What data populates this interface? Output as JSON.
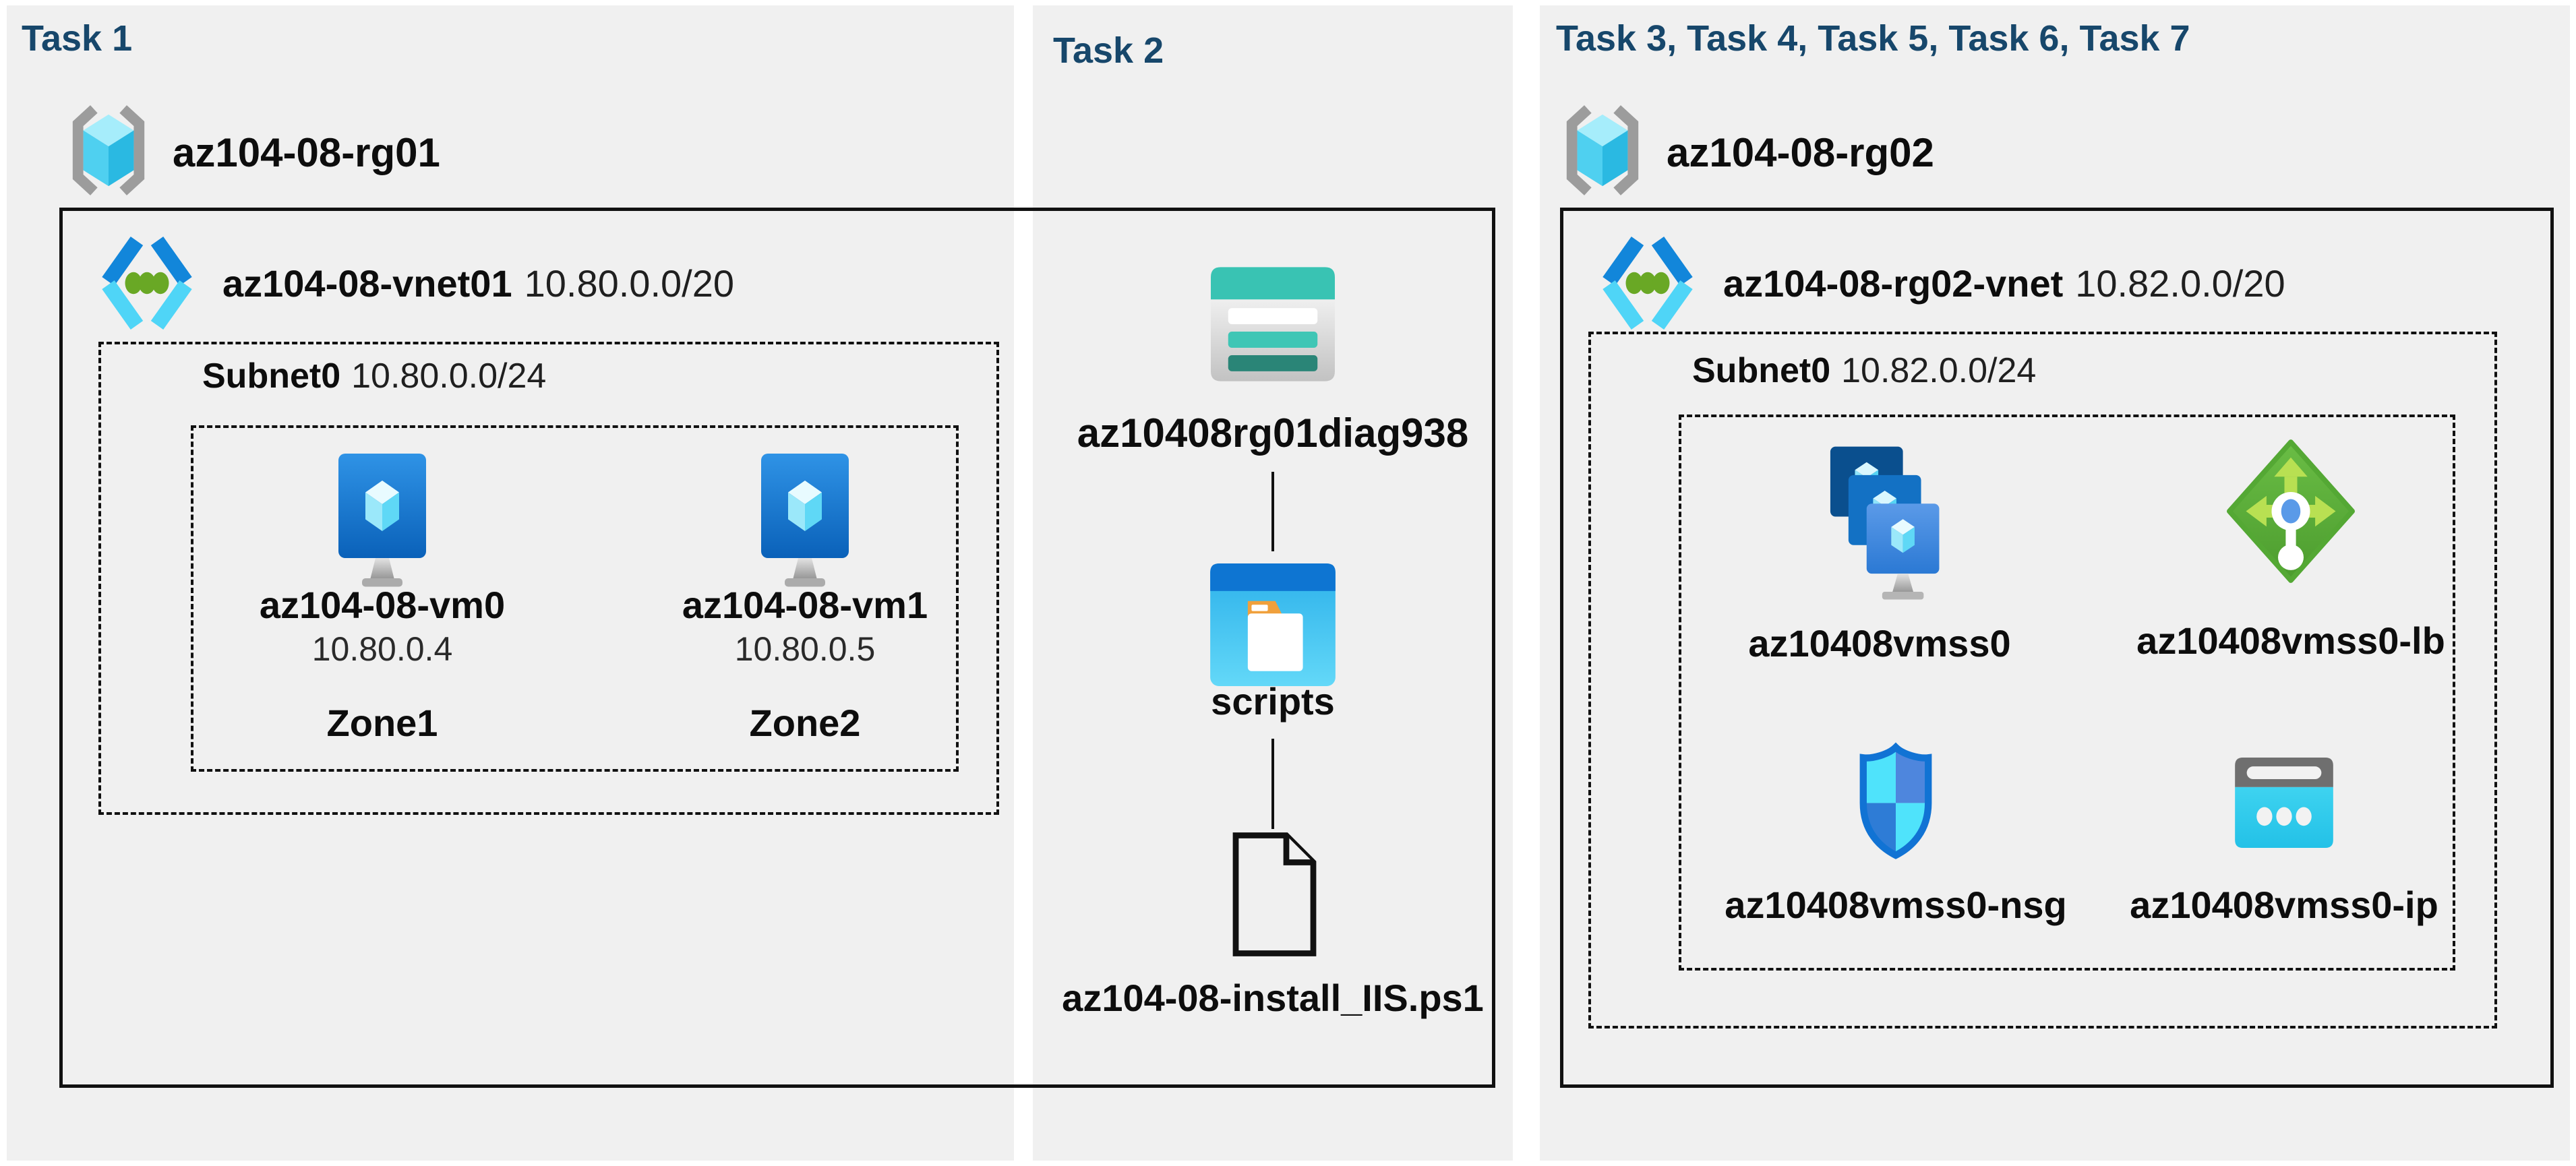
{
  "page": {
    "background": "#ffffff",
    "panel_background": "#f0f0f0",
    "title_color": "#17476b",
    "line_color": "#111111"
  },
  "task1": {
    "title": "Task 1",
    "resource_group": "az104-08-rg01",
    "vnet_name": "az104-08-vnet01",
    "vnet_cidr": "10.80.0.0/20",
    "subnet_name": "Subnet0",
    "subnet_cidr": "10.80.0.0/24",
    "vms": [
      {
        "name": "az104-08-vm0",
        "ip": "10.80.0.4",
        "zone": "Zone1"
      },
      {
        "name": "az104-08-vm1",
        "ip": "10.80.0.5",
        "zone": "Zone2"
      }
    ]
  },
  "task2": {
    "title": "Task 2",
    "storage_account": "az10408rg01diag938",
    "container": "scripts",
    "script_file": "az104-08-install_IIS.ps1"
  },
  "task3": {
    "title": "Task 3, Task 4, Task 5, Task 6, Task 7",
    "resource_group": "az104-08-rg02",
    "vnet_name": "az104-08-rg02-vnet",
    "vnet_cidr": "10.82.0.0/20",
    "subnet_name": "Subnet0",
    "subnet_cidr": "10.82.0.0/24",
    "vmss": "az10408vmss0",
    "load_balancer": "az10408vmss0-lb",
    "nsg": "az10408vmss0-nsg",
    "public_ip": "az10408vmss0-ip"
  },
  "icons": {
    "resource-group-icon": "gray brackets with cyan cube",
    "vnet-icon": "blue/cyan chevrons with three green dots",
    "vm-icon": "blue monitor with cyan crystal",
    "storage-account-icon": "teal storage rows card",
    "blob-container-icon": "blue window with orange-tab folder",
    "script-file-icon": "outlined document with folded corner",
    "vmss-icon": "three stacked blue monitors with crystals",
    "load-balancer-icon": "green diamond with arrows and probe",
    "nsg-icon": "blue quartered shield",
    "public-ip-icon": "cyan browser card with three dots"
  }
}
